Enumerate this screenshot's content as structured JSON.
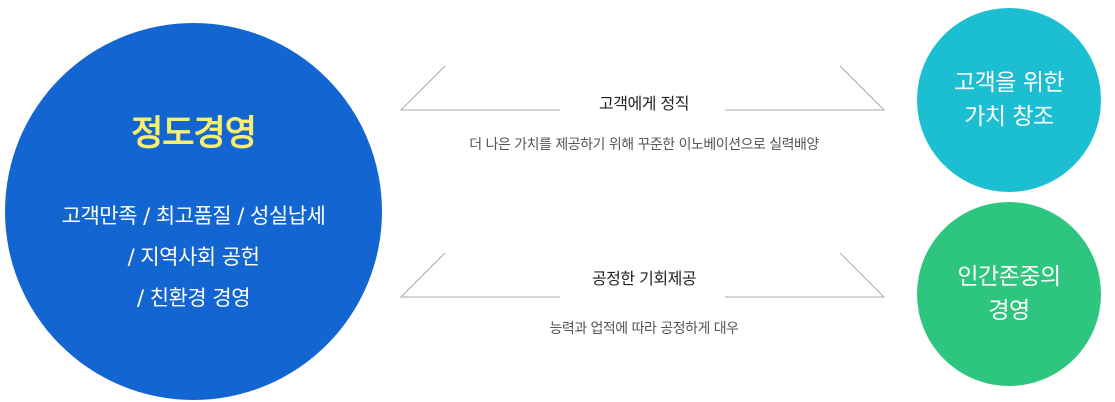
{
  "main_circle": {
    "title": "정도경영",
    "lines": [
      "고객만족 / 최고품질 / 성실납세",
      "/ 지역사회 공헌",
      "/ 친환경 경영"
    ]
  },
  "top_circle": {
    "lines": [
      "고객을 위한",
      "가치 창조"
    ]
  },
  "bottom_circle": {
    "lines": [
      "인간존중의",
      "경영"
    ]
  },
  "top_connector": {
    "heading": "고객에게 정직",
    "description": "더 나은 가치를 제공하기 위해 꾸준한 이노베이션으로 실력배양"
  },
  "bottom_connector": {
    "heading": "공정한 기회제공",
    "description": "능력과 업적에 따라 공정하게 대우"
  },
  "colors": {
    "main_circle": "#1366d2",
    "main_title": "#f9ef6e",
    "top_circle": "#1bbfd1",
    "bottom_circle": "#2ec67e"
  }
}
